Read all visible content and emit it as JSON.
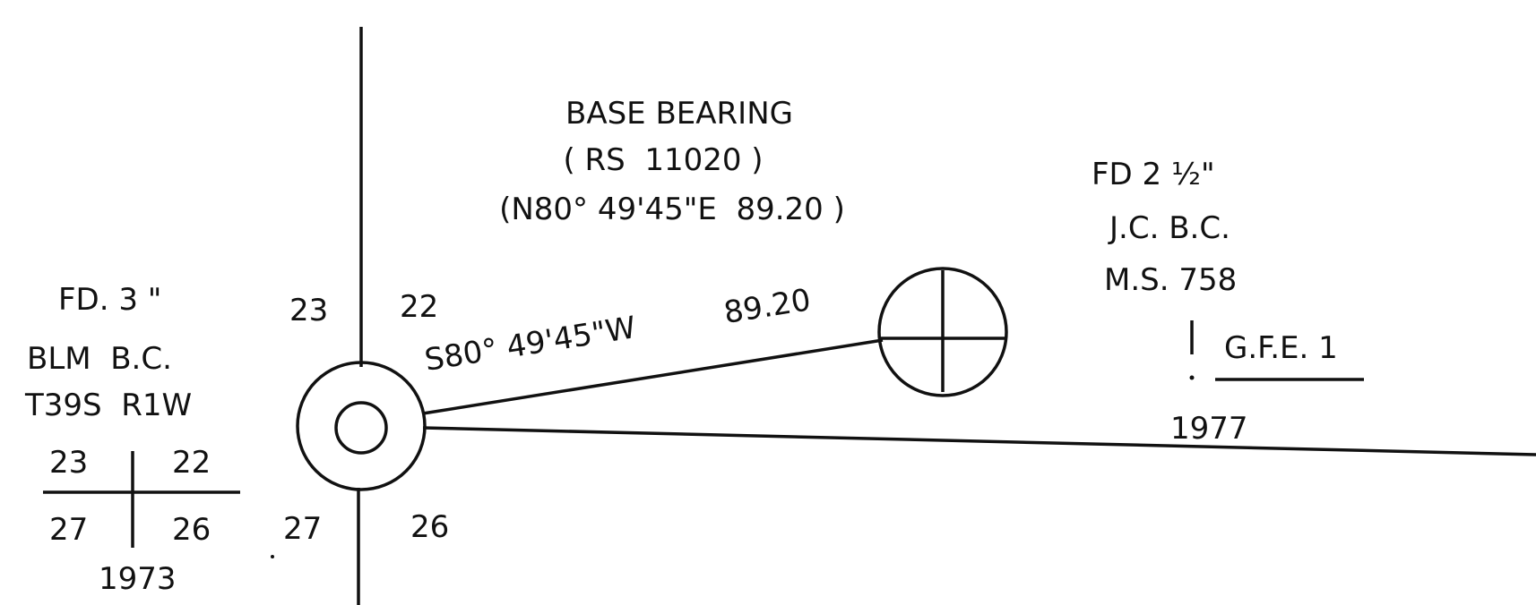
{
  "base_bearing": {
    "title": "BASE BEARING",
    "record": "( RS  11020 )",
    "bearing": "(N80° 49'45\"E  89.20 )"
  },
  "traverse_line": {
    "bearing": "S80° 49'45\"W",
    "distance": "89.20"
  },
  "left_monument": {
    "line1": "FD. 3 \"",
    "line2": "BLM  B.C.",
    "line3": "T39S  R1W",
    "corner_nw": "23",
    "corner_ne": "22",
    "corner_sw": "27",
    "corner_se": "26",
    "year": "1973"
  },
  "section_corners": {
    "nw": "23",
    "ne": "22",
    "sw": "27",
    "se": "26"
  },
  "right_monument": {
    "line1": "FD 2 ½\"",
    "line2": "J.C. B.C.",
    "line3": "M.S. 758",
    "gfe_label": "G.F.E. 1",
    "year": "1977"
  }
}
